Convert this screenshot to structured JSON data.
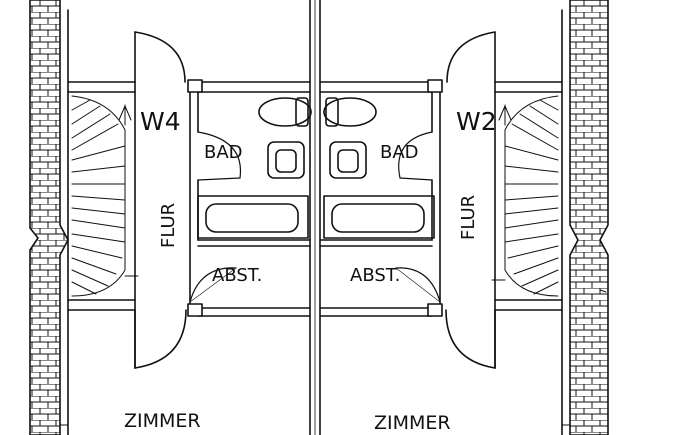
{
  "units": {
    "left": {
      "unit_label": "W4",
      "bath": "BAD",
      "hall": "FLUR",
      "storage": "ABST.",
      "room": "ZIMMER"
    },
    "right": {
      "unit_label": "W2",
      "bath": "BAD",
      "hall": "FLUR",
      "storage": "ABST.",
      "room": "ZIMMER"
    }
  },
  "colors": {
    "ink": "#111111",
    "paper": "#ffffff"
  }
}
